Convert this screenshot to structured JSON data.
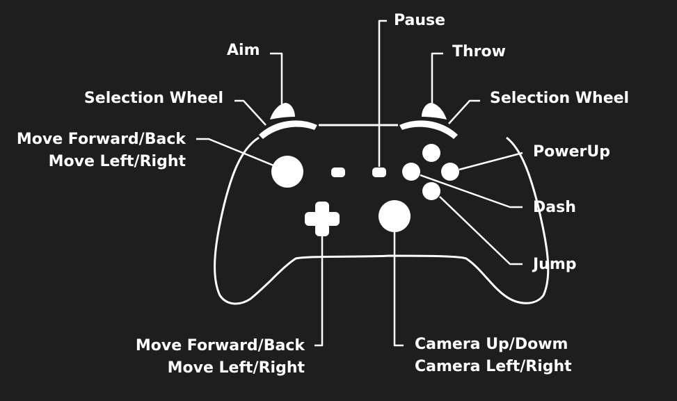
{
  "colors": {
    "background": "#1e1e1e",
    "foreground": "#ffffff"
  },
  "labels": {
    "aim": "Aim",
    "pause": "Pause",
    "throw": "Throw",
    "selection_wheel_left": "Selection Wheel",
    "selection_wheel_right": "Selection Wheel",
    "left_stick_line1": "Move Forward/Back",
    "left_stick_line2": "Move Left/Right",
    "powerup": "PowerUp",
    "dash": "Dash",
    "jump": "Jump",
    "dpad_line1": "Move Forward/Back",
    "dpad_line2": "Move Left/Right",
    "right_stick_line1": "Camera Up/Dowm",
    "right_stick_line2": "Camera Left/Right"
  }
}
